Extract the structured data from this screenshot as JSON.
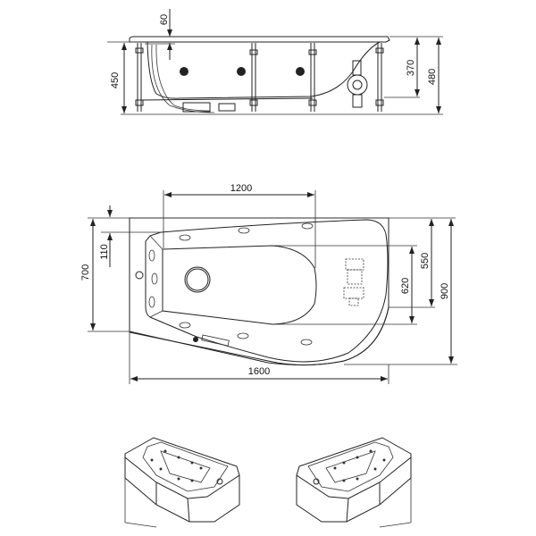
{
  "side_view": {
    "dimensions": {
      "rim_thickness": "60",
      "total_height": "450",
      "inner_depth": "370",
      "overall_height": "480"
    }
  },
  "plan_view": {
    "dimensions": {
      "drain_offset": "1200",
      "top_offset": "110",
      "left_width": "700",
      "inner_width": "550",
      "bowl_width": "620",
      "overall_width": "900",
      "overall_length": "1600"
    }
  }
}
